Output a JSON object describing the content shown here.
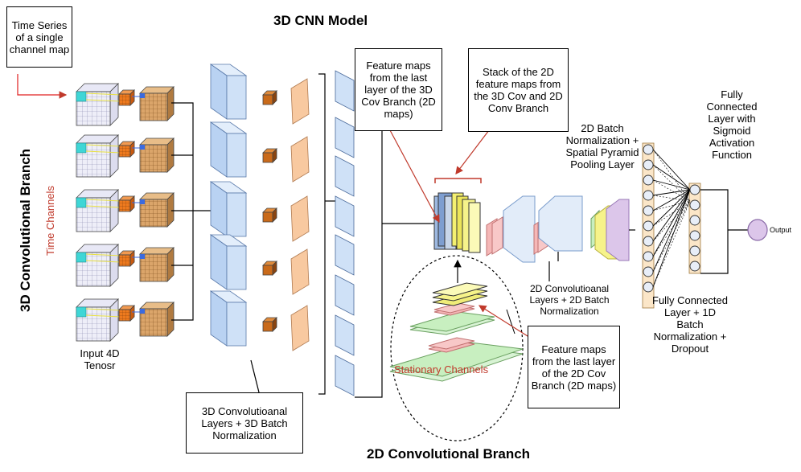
{
  "title": "3D CNN Model",
  "branch_3d_label": "3D Convolutional Branch",
  "branch_2d_label": "2D Convolutional Branch",
  "time_channels": "Time Channels",
  "stationary_channels": "Stationary Channels",
  "callouts": {
    "time_series": "Time Series of a single channel map",
    "feature_maps_3d": "Feature maps from the last layer of the 3D Cov Branch (2D maps)",
    "stack_2d": "Stack of the 2D feature maps from the 3D Cov and 2D Conv Branch",
    "conv3d_layers": "3D Convolutioanal Layers + 3D Batch Normalization",
    "feature_maps_2d": "Feature maps from the last layer of the 2D Cov Branch (2D maps)"
  },
  "labels": {
    "input": "Input 4D Tenosr",
    "batch_norm_2d": "2D Batch Normalization + Spatial Pyramid Pooling Layer",
    "conv2d_layers": "2D Convolutioanal Layers + 2D Batch Normalization",
    "fc_sigmoid": "Fully Connected Layer with Sigmoid Activation Function",
    "fc_1d": "Fully Connected Layer + 1D Batch Normalization + Dropout",
    "output": "Output"
  },
  "colors": {
    "grid": "#b8b8d8",
    "cyan": "#3fd6d6",
    "orange": "#e8741a",
    "tan": "#d9a066",
    "light_blue": "#cfe1f7",
    "blue_edge": "#7a9ccc",
    "peach": "#f8c9a0",
    "pink": "#f5b7b7",
    "yellow": "#f6f38a",
    "green": "#c8efc0",
    "purple": "#dcc6ea",
    "fc_node": "#fbe6c8",
    "red": "#c0392b"
  }
}
